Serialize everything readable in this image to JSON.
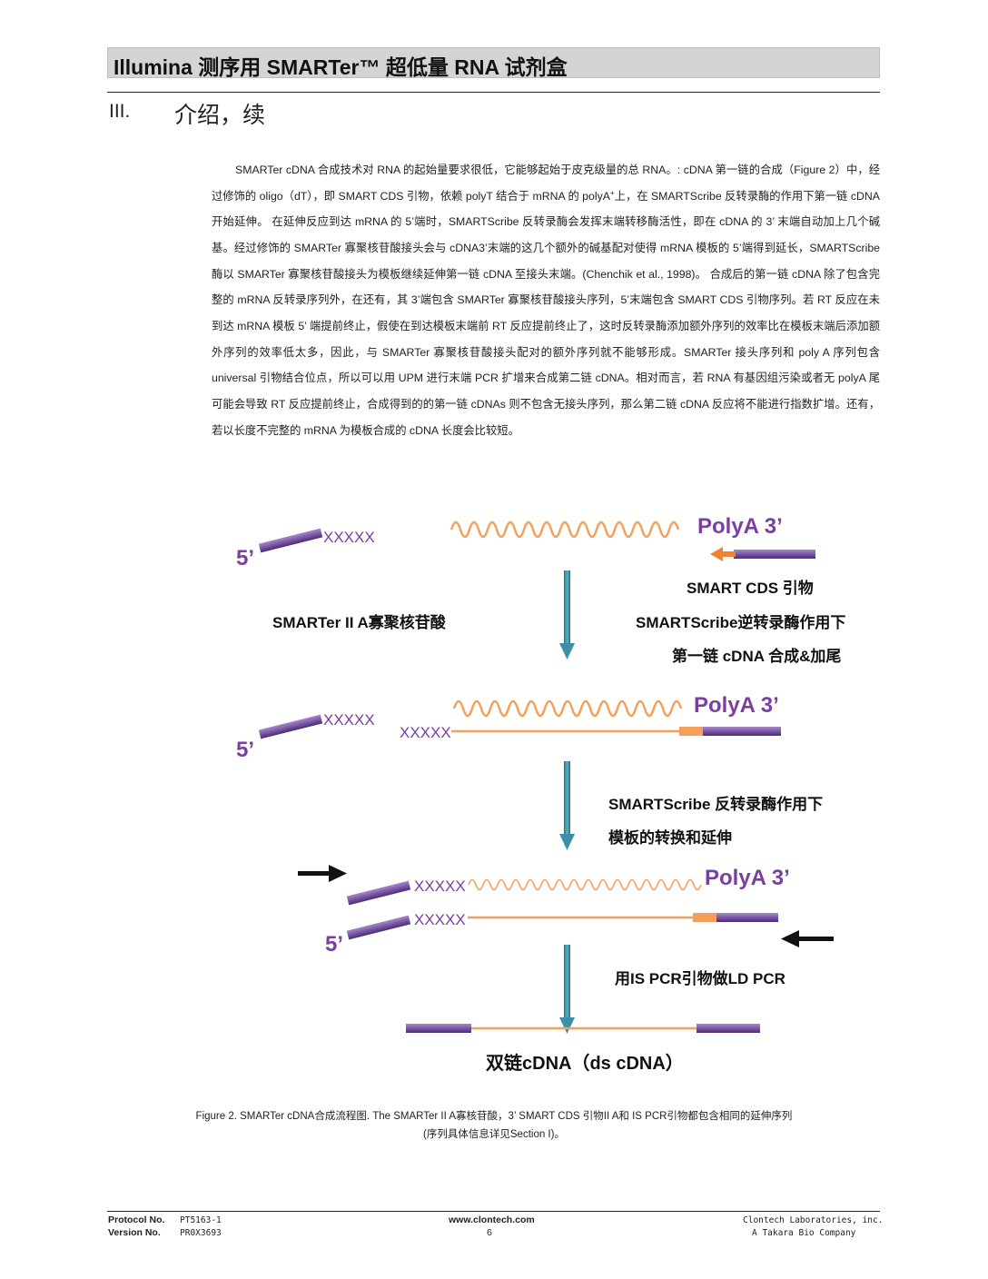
{
  "header": {
    "title": "Illumina  测序用 SMARTer™  超低量 RNA 试剂盒"
  },
  "section": {
    "number": "III.",
    "title": "介绍，续"
  },
  "body": {
    "paragraph_part1": "SMARTer cDNA 合成技术对 RNA 的起始量要求很低，它能够起始于皮克级量的总 RNA。: cDNA 第一链的合成（Figure 2）中，经过修饰的 oligo（dT），即 SMART CDS 引物，依赖 polyT 结合于 mRNA 的 polyA",
    "superscript": "+",
    "paragraph_part2": "上，在 SMARTScribe 反转录酶的作用下第一链 cDNA 开始延伸。 在延伸反应到达 mRNA 的 5’端时，SMARTScribe  反转录酶会发挥末端转移酶活性，即在 cDNA 的 3’  末端自动加上几个碱基。经过修饰的 SMARTer  寡聚核苷酸接头会与 cDNA3’末端的这几个额外的碱基配对使得 mRNA 模板的 5’端得到延长，SMARTScribe  酶以 SMARTer  寡聚核苷酸接头为模板继续延伸第一链 cDNA 至接头末端。(Chenchik et al., 1998)。  合成后的第一链 cDNA 除了包含完整的 mRNA 反转录序列外，在还有，其 3’端包含 SMARTer  寡聚核苷酸接头序列，5’末端包含 SMART CDS 引物序列。若 RT 反应在未到达 mRNA 模板 5’  端提前终止，假使在到达模板末端前 RT 反应提前终止了，这时反转录酶添加额外序列的效率比在模板末端后添加额外序列的效率低太多，因此，与  SMARTer  寡聚核苷酸接头配对的额外序列就不能够形成。SMARTer  接头序列和 poly A 序列包含 universal  引物结合位点，所以可以用 UPM 进行末端 PCR 扩增来合成第二链 cDNA。相对而言，若 RNA 有基因组污染或者无 polyA 尾可能会导致 RT 反应提前终止，合成得到的的第一链 cDNAs 则不包含无接头序列，那么第二链 cDNA 反应将不能进行指数扩增。还有，若以长度不完整的 mRNA 为模板合成的 cDNA 长度会比较短。"
  },
  "diagram": {
    "five_prime": "5’",
    "xxxxx": "XXXXX",
    "polya": "PolyA 3’",
    "smart_cds_label": "SMART CDS  引物",
    "smarter_oligo_label": "SMARTer II A寡聚核苷酸",
    "step1_line1": "SMARTScribe逆转录酶作用下",
    "step1_line2": "第一链 cDNA 合成&加尾",
    "step2_line1": "SMARTScribe  反转录酶作用下",
    "step2_line2": "模板的转换和延伸",
    "step3_label": "用IS PCR引物做LD PCR",
    "final_label": "双链cDNA（ds cDNA）",
    "colors": {
      "purple": "#7b58a6",
      "orange": "#f4a05a",
      "arrow": "#3b8fa8",
      "label_purple": "#7a3fa0"
    }
  },
  "caption": {
    "line1": "Figure 2. SMARTer cDNA合成流程图. The SMARTer II A寡核苷酸，3’ SMART CDS  引物II A和  IS PCR引物都包含相同的延伸序列",
    "line2": "(序列具体信息详见Section I)。"
  },
  "footer": {
    "protocol_label": "Protocol No.",
    "protocol_value": "PT5163-1",
    "version_label": "Version No.",
    "version_value": "PR0X3693",
    "website": "www.clontech.com",
    "page_number": "6",
    "company": "Clontech Laboratories, inc.",
    "company_sub": "A Takara Bio Company"
  }
}
